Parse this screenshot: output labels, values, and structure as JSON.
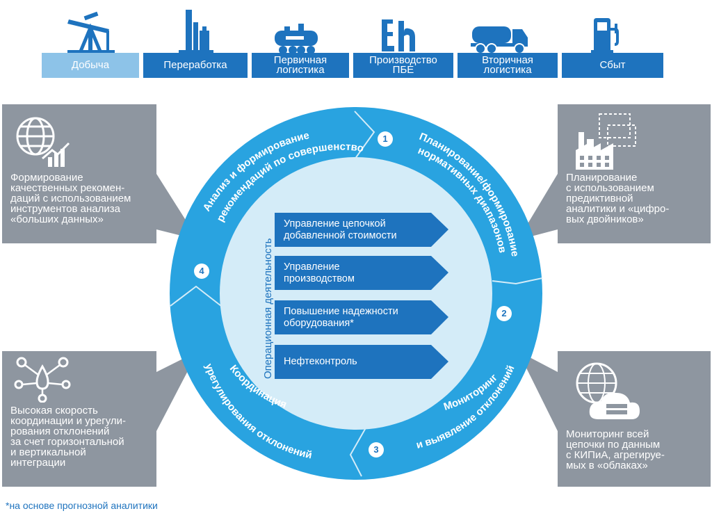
{
  "stages": [
    {
      "label": "Добыча",
      "icon": "oil-pump-icon"
    },
    {
      "label": "Переработка",
      "icon": "refinery-icon"
    },
    {
      "label": "Первичная\nлогистика",
      "icon": "rail-tank-icon"
    },
    {
      "label": "Производство\nПБЕ",
      "icon": "production-icon"
    },
    {
      "label": "Вторичная\nлогистика",
      "icon": "tanker-truck-icon"
    },
    {
      "label": "Сбыт",
      "icon": "fuel-pump-icon"
    }
  ],
  "cycle": {
    "segments": [
      {
        "number": "1",
        "label_line1": "Анализ и формирование",
        "label_line2": "рекомендаций по совершенствованию"
      },
      {
        "number": "2",
        "label_line1": "Планирование/формирование",
        "label_line2": "нормативных диапазонов"
      },
      {
        "number": "3",
        "label_line1": "Мониторинг",
        "label_line2": "и выявление отклонений"
      },
      {
        "number": "4",
        "label_line1": "Координация",
        "label_line2": "урегулирования отклонений"
      }
    ],
    "center_title": "Операционная деятельность",
    "operations": [
      "Управление цепочкой\nдобавленной стоимости",
      "Управление\nпроизводством",
      "Повышение надежности\nоборудования*",
      "Нефтеконтроль"
    ]
  },
  "boxes": {
    "top_left": {
      "text": "Формирование\nкачественных рекомен-\nдаций с использованием\nинструментов анализа\n«больших данных»",
      "icon": "globe-analytics-icon"
    },
    "top_right": {
      "text": "Планирование\nс использованием\nпредиктивной\nаналитики и «цифро-\nвых двойников»",
      "icon": "digital-twin-factory-icon"
    },
    "bottom_left": {
      "text": "Высокая скорость\nкоординации и урегули-\nрования отклонений\nза счет горизонтальной\nи вертикальной\nинтеграции",
      "icon": "network-drop-icon"
    },
    "bottom_right": {
      "text": "Мониторинг всей\nцепочки по данным\nс КИПиА, агрегируе-\nмых в «облаках»",
      "icon": "cloud-server-icon"
    }
  },
  "footnote": "*на основе прогнозной аналитики",
  "colors": {
    "primary": "#1e73be",
    "light": "#8dc3e8",
    "ring": "#29a3e0",
    "inner": "#d4ecf8",
    "box": "#8e96a0"
  }
}
